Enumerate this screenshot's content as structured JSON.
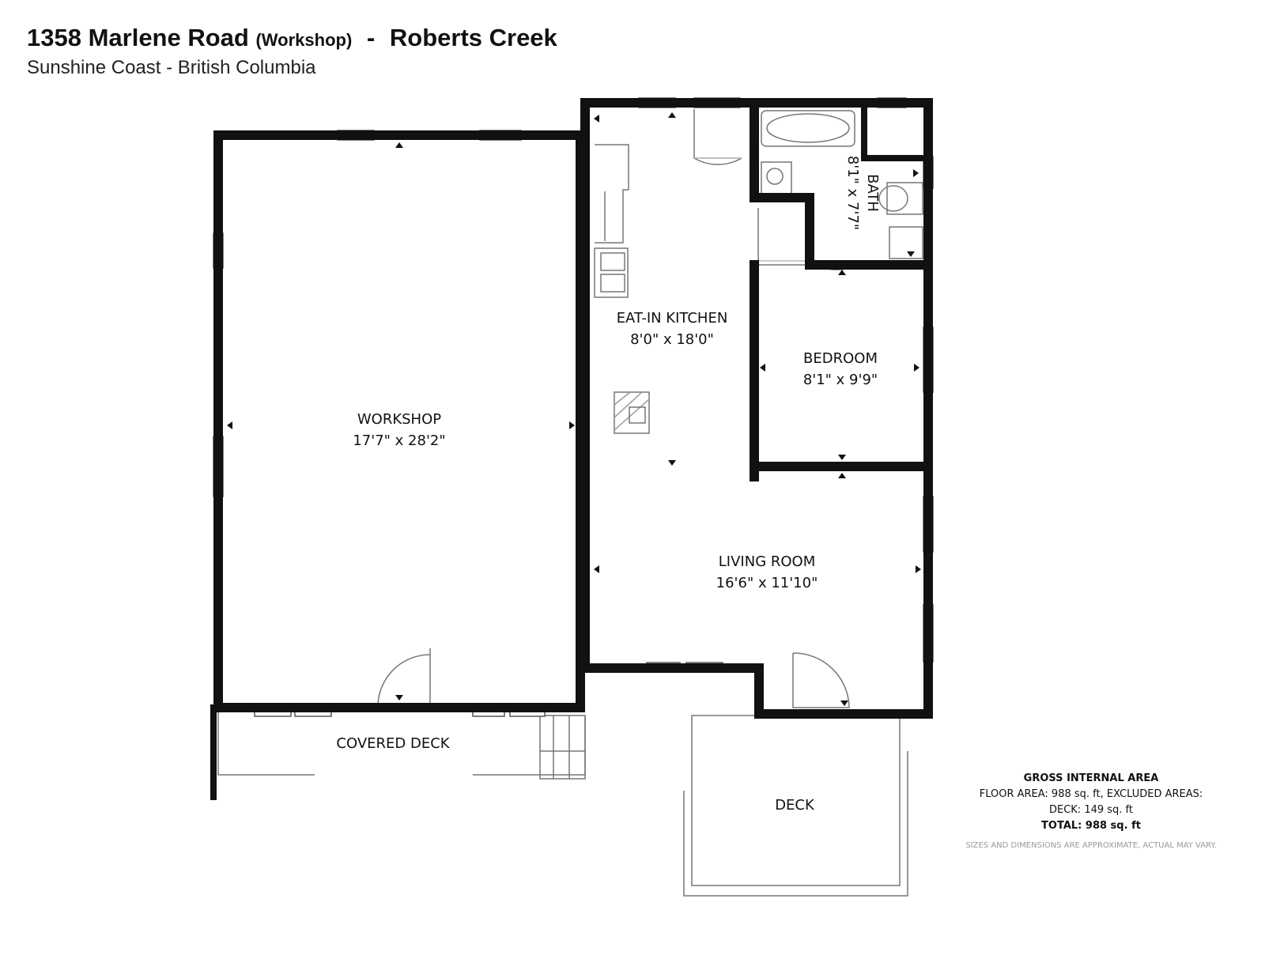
{
  "header": {
    "address": "1358 Marlene Road",
    "qualifier": "(Workshop)",
    "separator": "-",
    "area_name": "Roberts Creek",
    "region": "Sunshine Coast - British Columbia"
  },
  "rooms": {
    "workshop": {
      "name": "WORKSHOP",
      "dims": "17'7\" x 28'2\""
    },
    "kitchen": {
      "name": "EAT-IN KITCHEN",
      "dims": "8'0\" x 18'0\""
    },
    "bath": {
      "name": "BATH",
      "dims": "8'1\" x 7'7\""
    },
    "bedroom": {
      "name": "BEDROOM",
      "dims": "8'1\" x 9'9\""
    },
    "living": {
      "name": "LIVING ROOM",
      "dims": "16'6\" x 11'10\""
    },
    "covered_deck": {
      "name": "COVERED DECK"
    },
    "deck": {
      "name": "DECK"
    }
  },
  "area_summary": {
    "title": "GROSS INTERNAL AREA",
    "floor_line": "FLOOR AREA: 988 sq. ft, EXCLUDED AREAS:",
    "deck_line": "DECK: 149 sq. ft",
    "total_line": "TOTAL: 988 sq. ft",
    "note": "SIZES AND DIMENSIONS ARE APPROXIMATE, ACTUAL MAY VARY."
  },
  "colors": {
    "wall": "#111111",
    "window_frame": "#555555",
    "thin_line": "#777777"
  }
}
